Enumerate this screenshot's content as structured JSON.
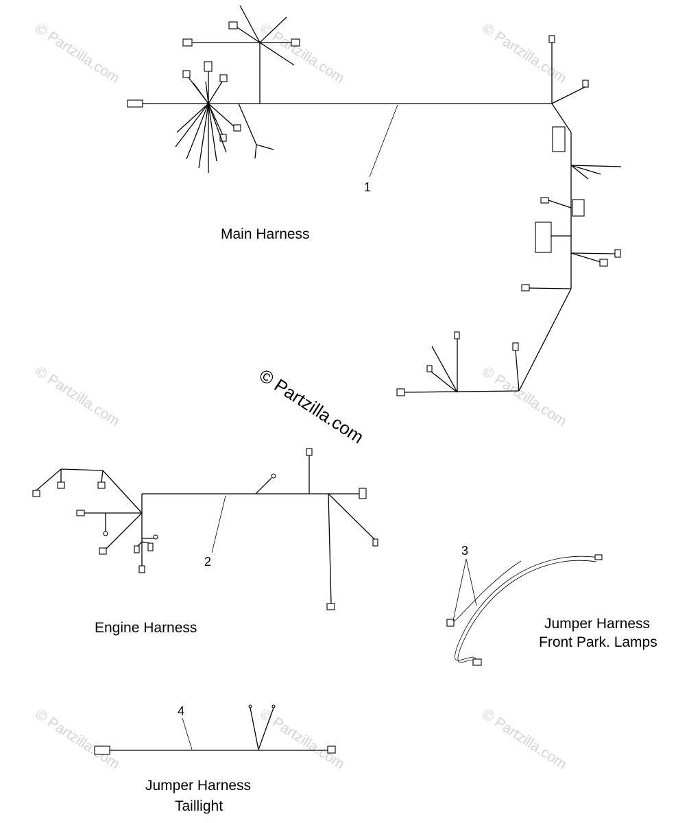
{
  "labels": {
    "main_harness": "Main Harness",
    "engine_harness": "Engine Harness",
    "jumper_front_line1": "Jumper Harness",
    "jumper_front_line2": "Front Park. Lamps",
    "jumper_tail_line1": "Jumper Harness",
    "jumper_tail_line2": "Taillight"
  },
  "callouts": {
    "c1": "1",
    "c2": "2",
    "c3": "3",
    "c4": "4"
  },
  "watermark": {
    "main": "© Partzilla.com",
    "faint": "© Partzilla.com"
  }
}
